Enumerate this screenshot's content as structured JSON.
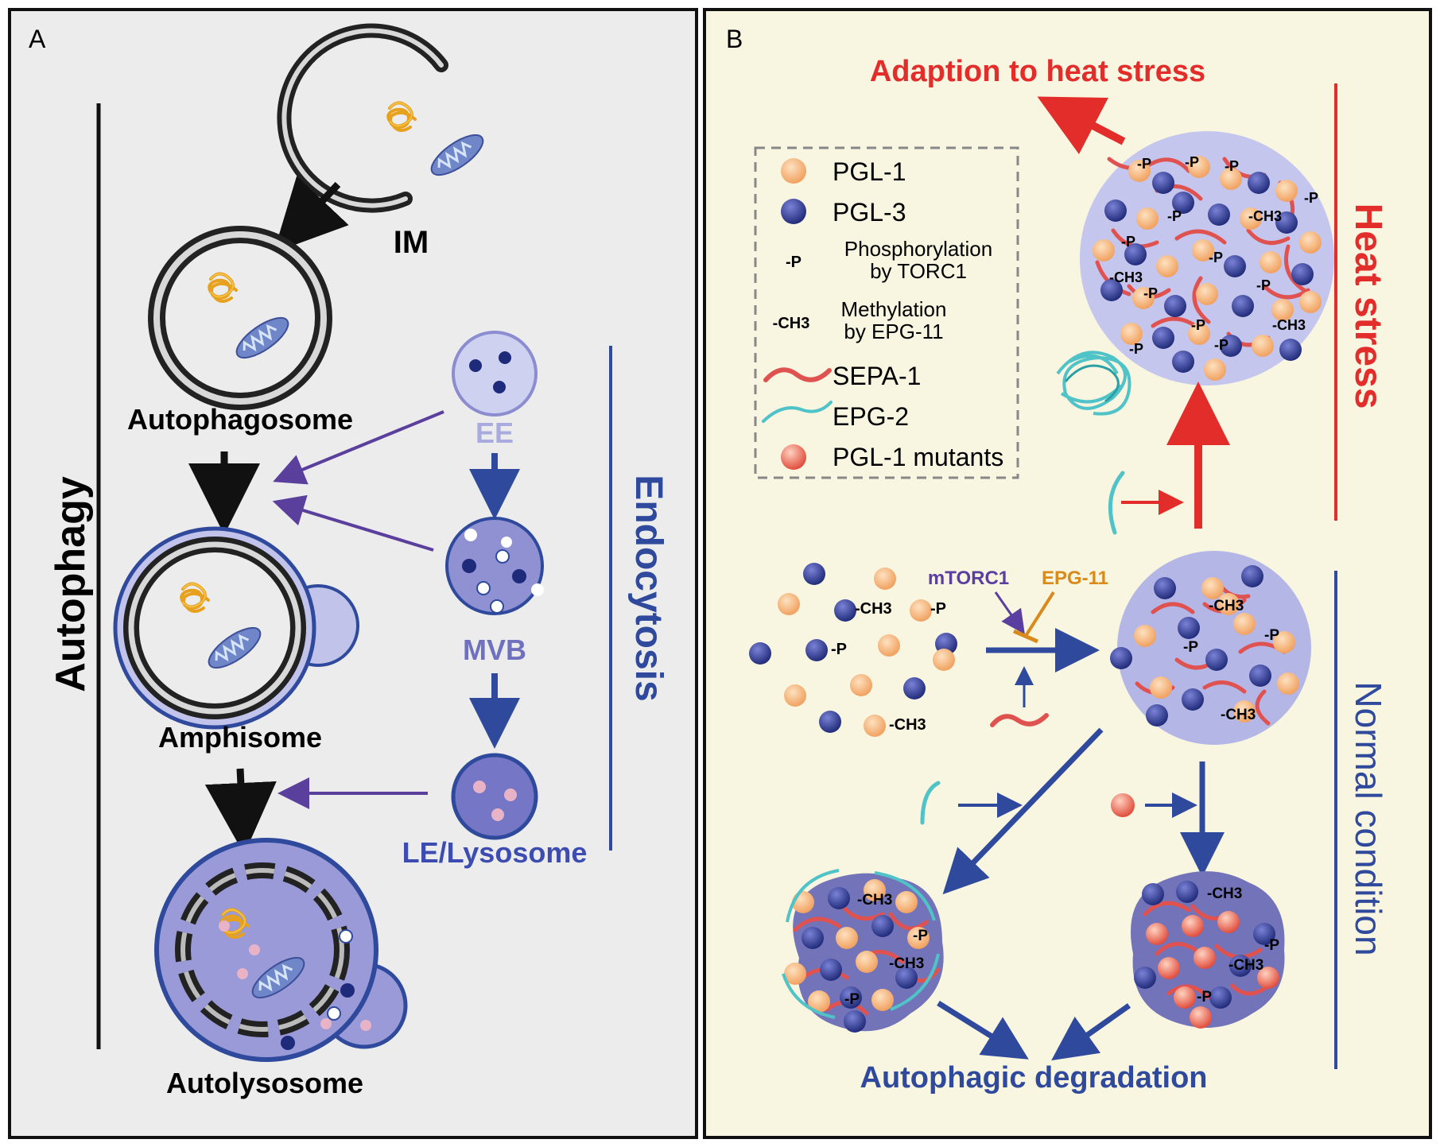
{
  "panel_a": {
    "letter": "A",
    "autophagy_bar_label": "Autophagy",
    "endocytosis_bar_label": "Endocytosis",
    "im_label": "IM",
    "autophagosome_label": "Autophagosome",
    "amphisome_label": "Amphisome",
    "autolysosome_label": "Autolysosome",
    "ee_label": "EE",
    "mvb_label": "MVB",
    "le_lysosome_label": "LE/Lysosome"
  },
  "panel_b": {
    "letter": "B",
    "adaption_label": "Adaption to heat stress",
    "heat_stress_label": "Heat stress",
    "normal_condition_label": "Normal condition",
    "autophagic_degradation_label": "Autophagic degradation",
    "mtorc1_label": "mTORC1",
    "epg11_label": "EPG-11",
    "phospho_mark": "-P",
    "methyl_mark": "-CH3",
    "legend": {
      "pgl1": "PGL-1",
      "pgl3": "PGL-3",
      "phospho_symbol": "-P",
      "phospho_line1": "Phosphorylation",
      "phospho_line2": "by TORC1",
      "methyl_symbol": "-CH3",
      "methyl_line1": "Methylation",
      "methyl_line2": "by EPG-11",
      "sepa1": "SEPA-1",
      "epg2": "EPG-2",
      "pgl1_mutants": "PGL-1 mutants"
    }
  },
  "colors": {
    "panel_a_bg": "#ececec",
    "panel_b_bg": "#f8f5e1",
    "endo_blue": "#2f4a9c",
    "heat_red": "#e32d2b",
    "purple_arrow": "#5b3f9c",
    "pgl1_orange": "#f6b278",
    "pgl3_navy": "#2e3a8c",
    "sepa1_red": "#e0524f",
    "epg2_teal": "#4fc3c7",
    "epg11_orange": "#d98a1c",
    "mtorc1_purple": "#5a3fa0",
    "ee_light": "#c5c8ee",
    "mvb_mid": "#8d8fcf",
    "lysosome_dark": "#6f6fbf"
  }
}
